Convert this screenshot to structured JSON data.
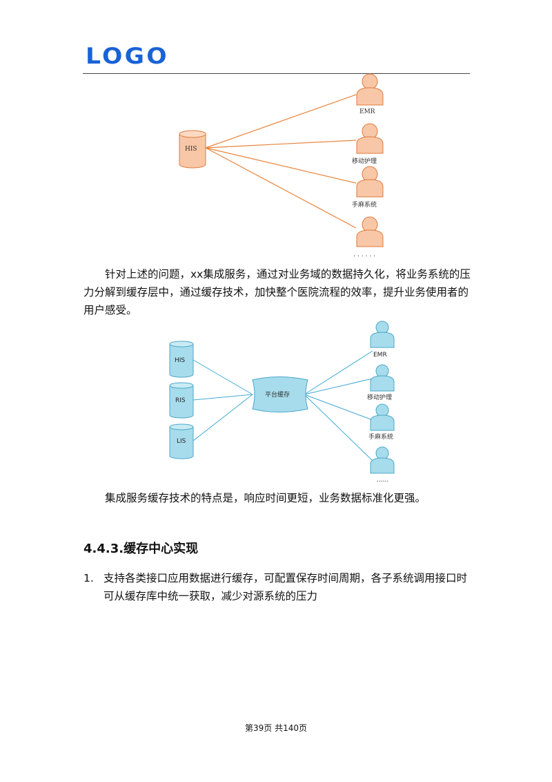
{
  "header": {
    "logo": "LOGO"
  },
  "diagram1": {
    "source": "HIS",
    "targets": [
      "EMR",
      "移动护理",
      "手麻系统",
      "......"
    ],
    "colors": {
      "fill": "#f8c7a7",
      "stroke": "#e07a3c",
      "line": "#e8843c"
    }
  },
  "paragraph1": "针对上述的问题，xx集成服务，通过对业务域的数据持久化，将业务系统的压力分解到缓存层中，通过缓存技术，加快整个医院流程的效率，提升业务使用者的用户感受。",
  "diagram2": {
    "sources": [
      "HIS",
      "RIS",
      "LIS"
    ],
    "hub": "平台缓存",
    "targets": [
      "EMR",
      "移动护理",
      "手麻系统",
      "......"
    ],
    "colors": {
      "fill": "#a7dcec",
      "stroke": "#4aa7c8",
      "line": "#3fa9d4"
    }
  },
  "paragraph2": "集成服务缓存技术的特点是，响应时间更短，业务数据标准化更强。",
  "section": {
    "heading": "4.4.3.缓存中心实现"
  },
  "list": [
    {
      "num": "1.",
      "text": "支持各类接口应用数据进行缓存，可配置保存时间周期，各子系统调用接口时可从缓存库中统一获取，减少对源系统的压力"
    }
  ],
  "footer": {
    "page": "第39页 共140页"
  }
}
